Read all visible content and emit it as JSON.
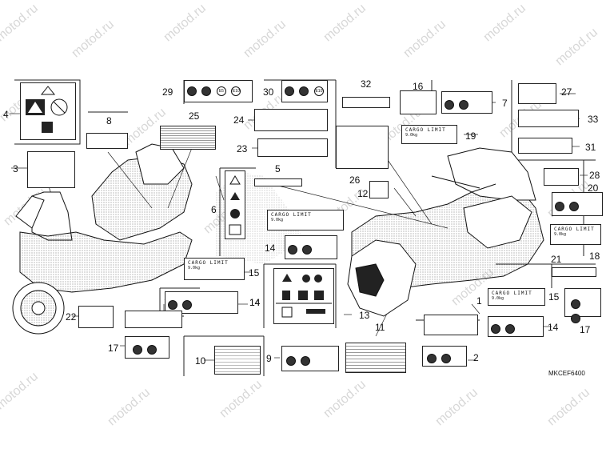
{
  "watermark": "motod.ru",
  "diagram_code": "MKCEF6400",
  "callouts": [
    "1",
    "2",
    "3",
    "4",
    "5",
    "6",
    "7",
    "8",
    "9",
    "10",
    "11",
    "12",
    "13",
    "14",
    "14",
    "14",
    "14",
    "15",
    "15",
    "15",
    "16",
    "17",
    "17",
    "18",
    "18",
    "19",
    "20",
    "21",
    "22",
    "23",
    "24",
    "25",
    "26",
    "27",
    "28",
    "29",
    "30",
    "31",
    "32",
    "33"
  ],
  "cargo_label": {
    "title": "CARGO LIMIT",
    "value": "9.0kg"
  },
  "icon_texts": {
    "e5": "E5",
    "e10": "E10",
    "e10b": "E10"
  }
}
